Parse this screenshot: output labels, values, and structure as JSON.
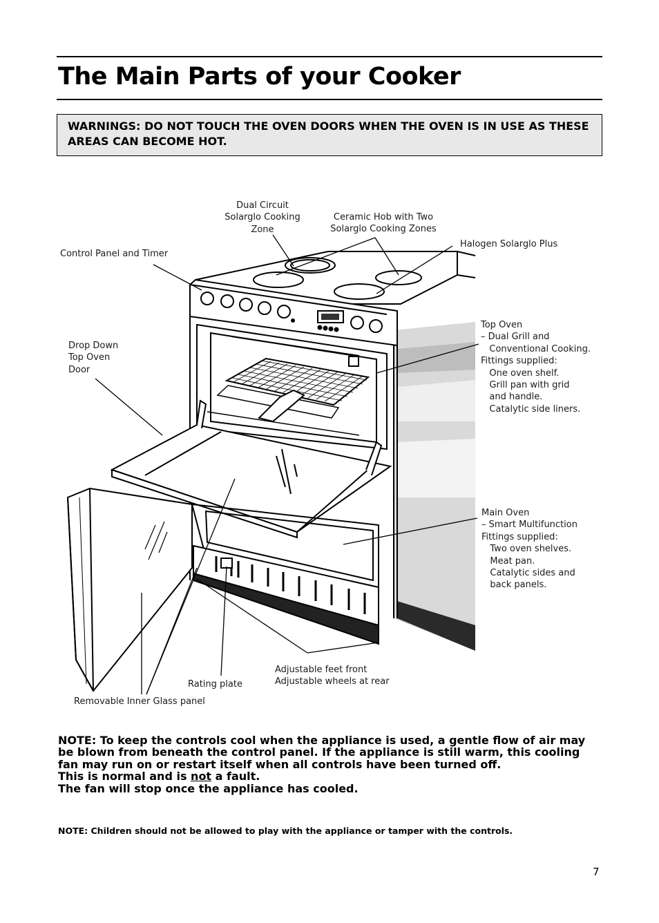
{
  "title": "The Main Parts of your Cooker",
  "warning": "WARNINGS: DO NOT TOUCH THE OVEN DOORS WHEN THE OVEN IS IN USE AS THESE AREAS CAN BECOME HOT.",
  "labels": {
    "dual_circuit": "Dual Circuit\nSolarglo Cooking\nZone",
    "ceramic_hob": "Ceramic Hob with Two\nSolarglo Cooking Zones",
    "halogen": "Halogen Solarglo Plus",
    "control_panel": "Control Panel and Timer",
    "drop_down_door": "Drop Down\nTop Oven\nDoor",
    "top_oven": "Top Oven\n– Dual Grill and\n   Conventional Cooking.\nFittings supplied:\n   One oven shelf.\n   Grill pan with grid\n   and handle.\n   Catalytic side liners.",
    "main_oven": "Main Oven\n– Smart Multifunction\nFittings supplied:\n   Two oven shelves.\n   Meat pan.\n   Catalytic sides and\n   back panels.",
    "adjustable_feet": "Adjustable feet front\nAdjustable wheels at rear",
    "rating_plate": "Rating plate",
    "inner_glass": "Removable Inner Glass panel"
  },
  "note1": {
    "line1": "NOTE: To keep the controls cool when the appliance is used, a gentle flow of air may",
    "line2": "be blown from beneath the control panel.  If the appliance is still warm, this cooling",
    "line3": "fan may run on or restart itself when all controls have been turned off.",
    "line4_a": "This is normal and is ",
    "line4_b": "not",
    "line4_c": " a fault.",
    "line5": "The fan will stop once the appliance has cooled."
  },
  "note2": "NOTE: Children should not be allowed to play with the appliance or tamper with the controls.",
  "page_number": "7"
}
